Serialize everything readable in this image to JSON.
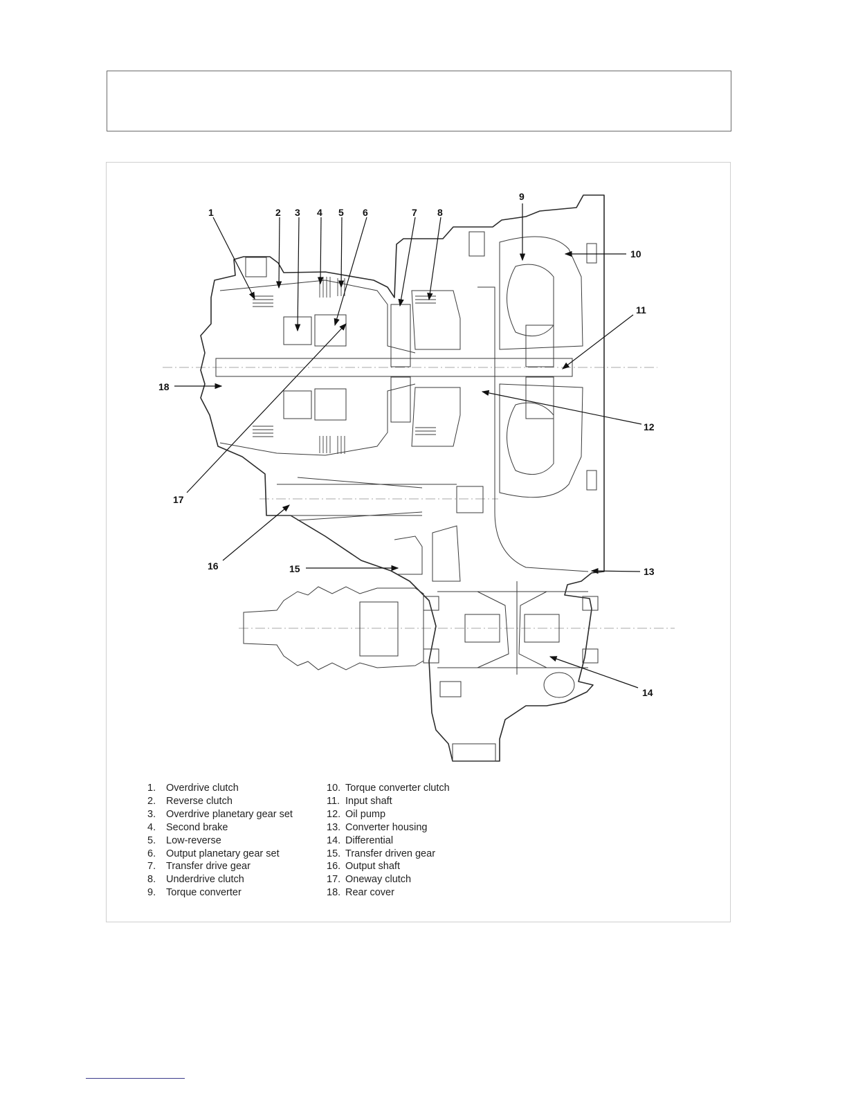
{
  "diagram": {
    "callouts": [
      "1",
      "2",
      "3",
      "4",
      "5",
      "6",
      "7",
      "8",
      "9",
      "10",
      "11",
      "12",
      "13",
      "14",
      "15",
      "16",
      "17",
      "18"
    ]
  },
  "legend": {
    "left": [
      {
        "num": "1.",
        "label": "Overdrive clutch"
      },
      {
        "num": "2.",
        "label": "Reverse clutch"
      },
      {
        "num": "3.",
        "label": "Overdrive planetary gear set"
      },
      {
        "num": "4.",
        "label": "Second brake"
      },
      {
        "num": "5.",
        "label": "Low-reverse"
      },
      {
        "num": "6.",
        "label": "Output planetary gear set"
      },
      {
        "num": "7.",
        "label": "Transfer drive gear"
      },
      {
        "num": "8.",
        "label": "Underdrive clutch"
      },
      {
        "num": "9.",
        "label": "Torque converter"
      }
    ],
    "right": [
      {
        "num": "10.",
        "label": "Torque converter clutch"
      },
      {
        "num": "11.",
        "label": "Input shaft"
      },
      {
        "num": "12.",
        "label": "Oil pump"
      },
      {
        "num": "13.",
        "label": "Converter housing"
      },
      {
        "num": "14.",
        "label": "Differential"
      },
      {
        "num": "15.",
        "label": "Transfer driven gear"
      },
      {
        "num": "16.",
        "label": "Output shaft"
      },
      {
        "num": "17.",
        "label": "Oneway clutch"
      },
      {
        "num": "18.",
        "label": "Rear cover"
      }
    ]
  }
}
